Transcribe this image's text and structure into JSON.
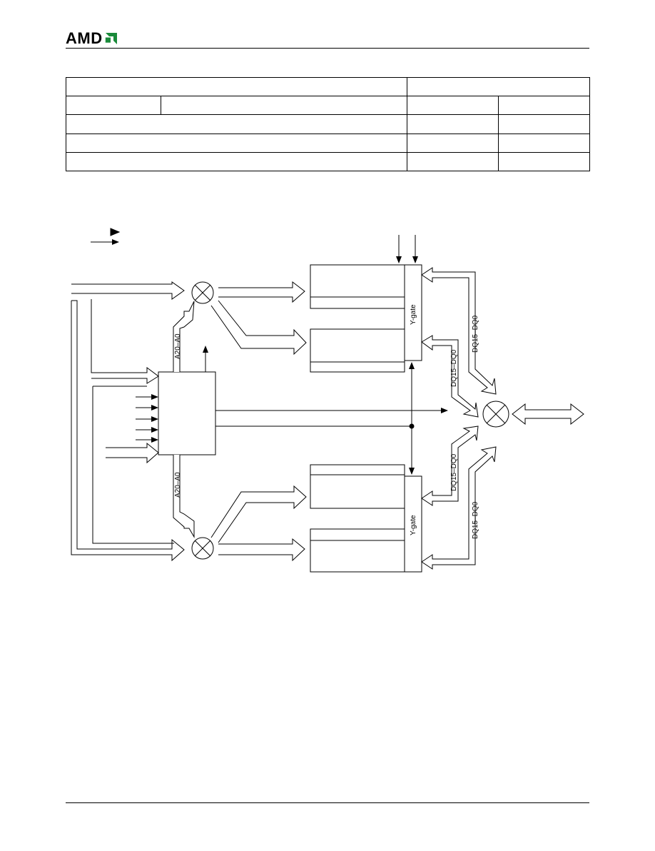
{
  "header": {
    "logo_text": "AMD",
    "brand_colors": {
      "text": "#000000",
      "mark": "#1a8a3a"
    },
    "logo_icon": "amd-arrow-logo-icon"
  },
  "table": {
    "rows": [
      [
        "",
        "",
        "",
        ""
      ],
      [
        "",
        "",
        "",
        ""
      ],
      [
        "",
        "",
        "",
        ""
      ],
      [
        "",
        "",
        "",
        ""
      ],
      [
        "",
        "",
        "",
        ""
      ]
    ]
  },
  "diagram": {
    "labels": {
      "addr_upper": "A20–A0",
      "addr_lower": "A20–A0",
      "ygate_upper": "Y-gate",
      "ygate_lower": "Y-gate",
      "dq_upper_outer": "DQ15–DQ0",
      "dq_upper_inner": "DQ15–DQ0",
      "dq_lower_inner": "DQ15–DQ0",
      "dq_lower_outer": "DQ15–DQ0"
    }
  }
}
